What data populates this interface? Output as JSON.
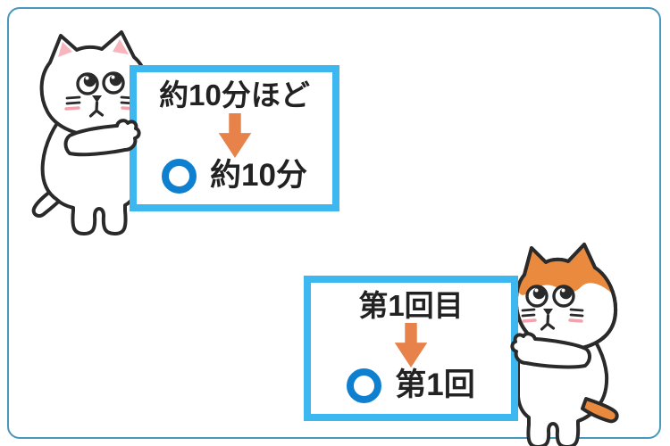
{
  "colors": {
    "frame_border": "#4897BC",
    "panel_border": "#3DB7F0",
    "circle_blue": "#0F7FD0",
    "arrow_orange": "#E8824B",
    "text": "#222222",
    "outline": "#2A2A2A",
    "cat_orange": "#E98A3E",
    "ear_pink": "#F7B6BE",
    "blush_pink": "#F1A2AC"
  },
  "boxes": [
    {
      "original": "約10分ほど",
      "corrected": "約10分"
    },
    {
      "original": "第1回目",
      "corrected": "第1回"
    }
  ],
  "icons": {
    "arrow": "down-arrow-icon",
    "mark": "correct-circle-icon"
  },
  "illustrations": {
    "left": "white-cat-pointing",
    "right": "calico-cat-pointing"
  }
}
